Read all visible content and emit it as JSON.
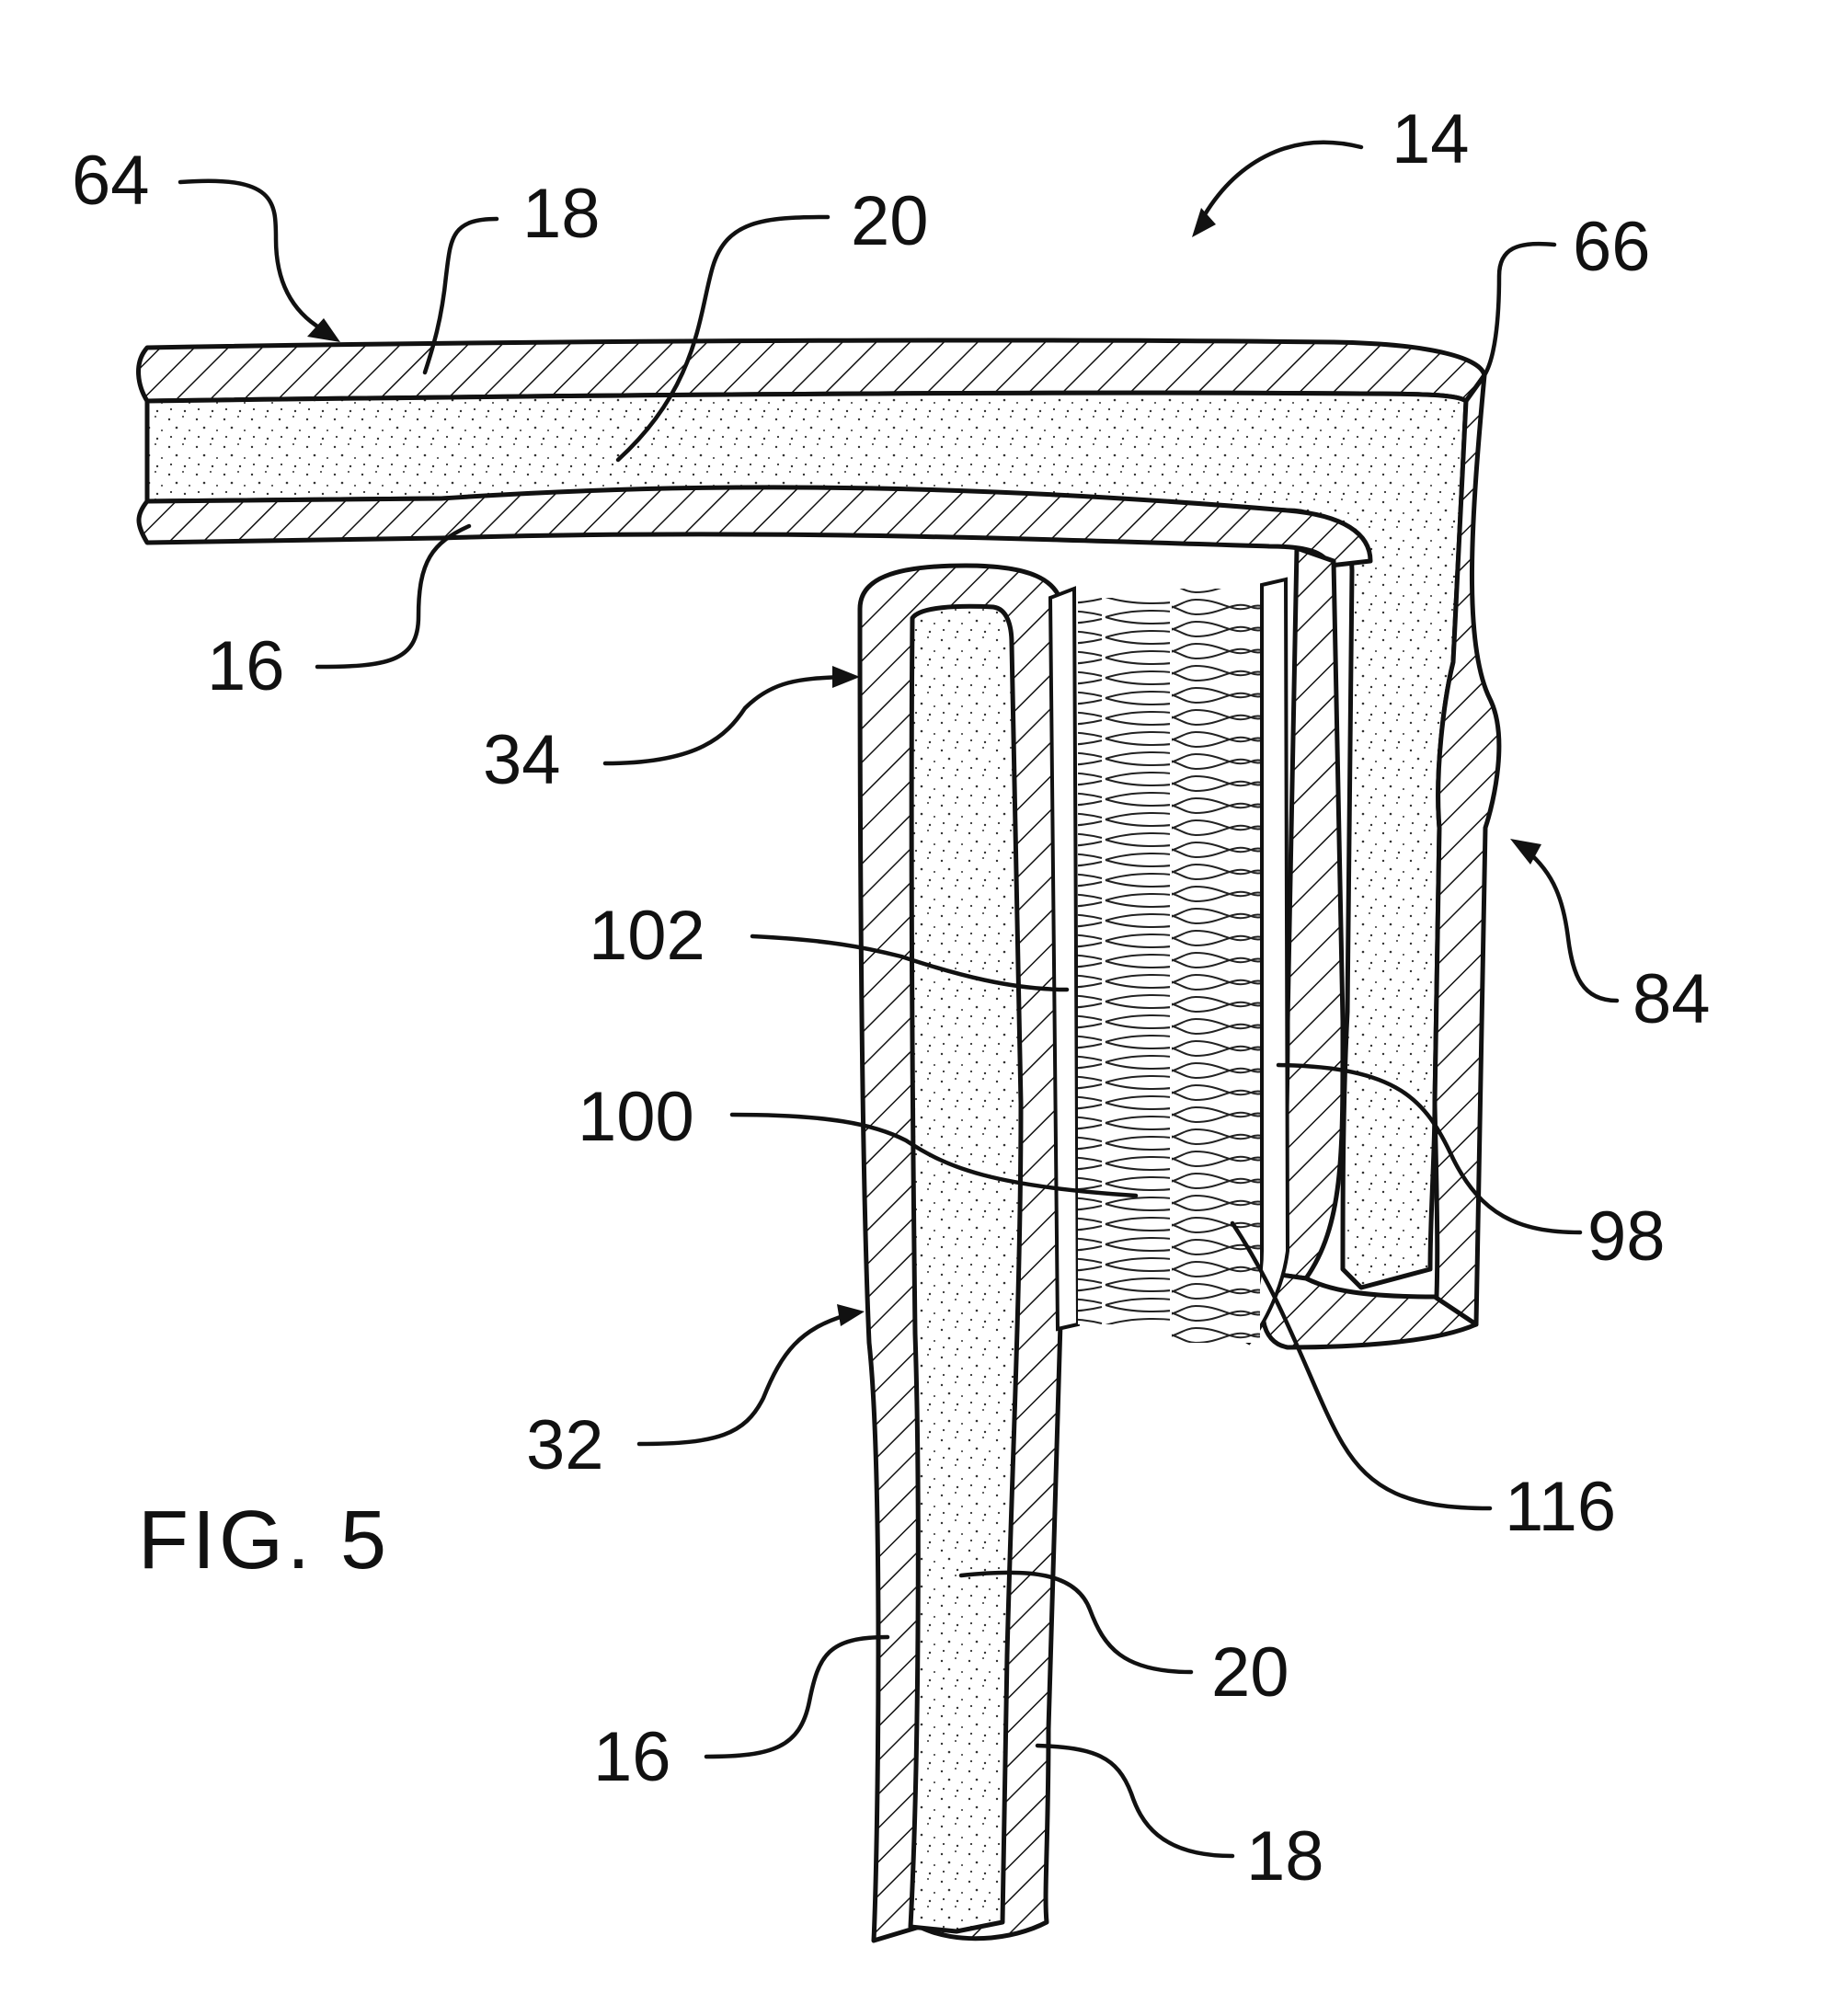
{
  "figure": {
    "title": "FIG. 5"
  },
  "labels": {
    "l14": "14",
    "l64": "64",
    "l18_top": "18",
    "l20_top": "20",
    "l66": "66",
    "l16_top": "16",
    "l34": "34",
    "l84": "84",
    "l102": "102",
    "l100": "100",
    "l98": "98",
    "l32": "32",
    "l116": "116",
    "l20_bottom": "20",
    "l16_bottom": "16",
    "l18_bottom": "18"
  },
  "colors": {
    "ink": "#111111",
    "paper": "#ffffff"
  }
}
